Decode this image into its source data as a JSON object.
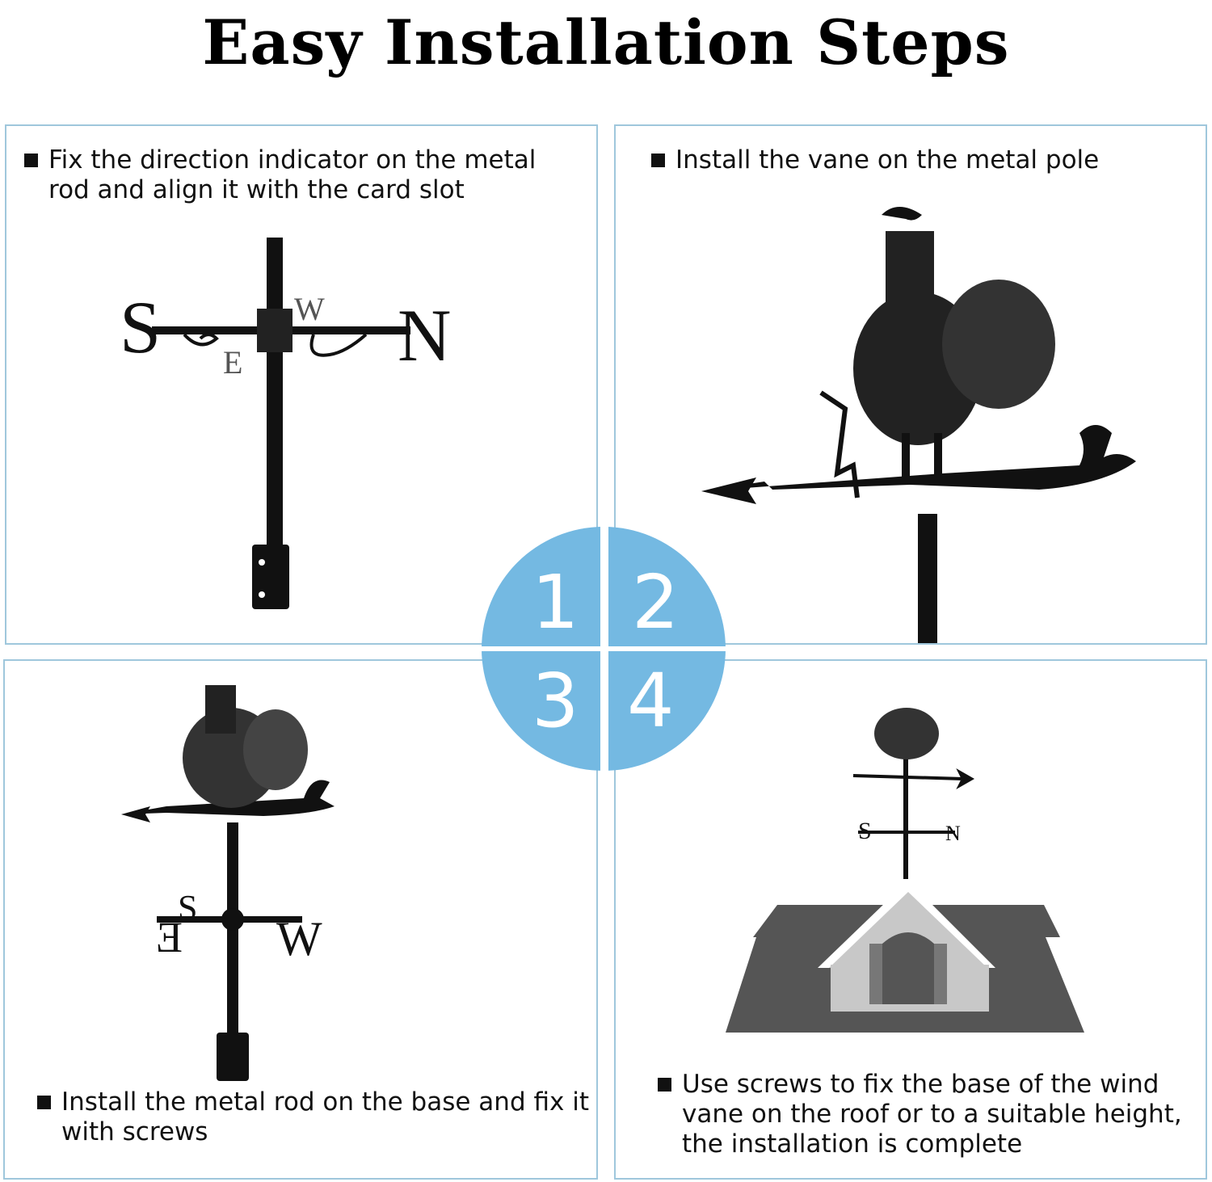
{
  "title": "Easy Installation Steps",
  "steps": [
    {
      "number": "1",
      "text": "Fix the direction indicator on the metal rod and align it with the card slot"
    },
    {
      "number": "2",
      "text": "Install the vane on the metal pole"
    },
    {
      "number": "3",
      "text": "Install the metal rod on the base and fix it with screws"
    },
    {
      "number": "4",
      "text": "Use screws to fix the base of the wind vane on the roof or to a suitable height, the installation is complete"
    }
  ],
  "compass_letters": {
    "south": "S",
    "north": "N",
    "west": "W",
    "east": "E"
  },
  "colors": {
    "accent_circle": "#74b9e2",
    "panel_border": "#9fc7dc",
    "roof": "#555555",
    "house": "#c8c8c8"
  }
}
